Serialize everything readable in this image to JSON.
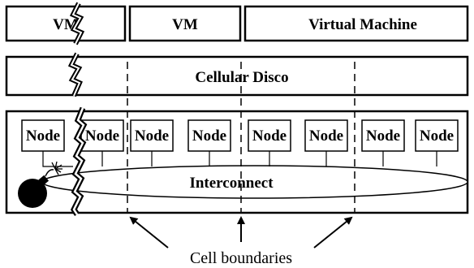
{
  "top_row": {
    "vm_small_1": "VM",
    "vm_small_2": "VM",
    "vm_large": "Virtual Machine"
  },
  "middle_row": {
    "label": "Cellular Disco"
  },
  "hardware": {
    "nodes": [
      "Node",
      "Node",
      "Node",
      "Node",
      "Node",
      "Node",
      "Node",
      "Node"
    ],
    "interconnect": "Interconnect"
  },
  "caption": {
    "cell_boundaries": "Cell boundaries"
  }
}
